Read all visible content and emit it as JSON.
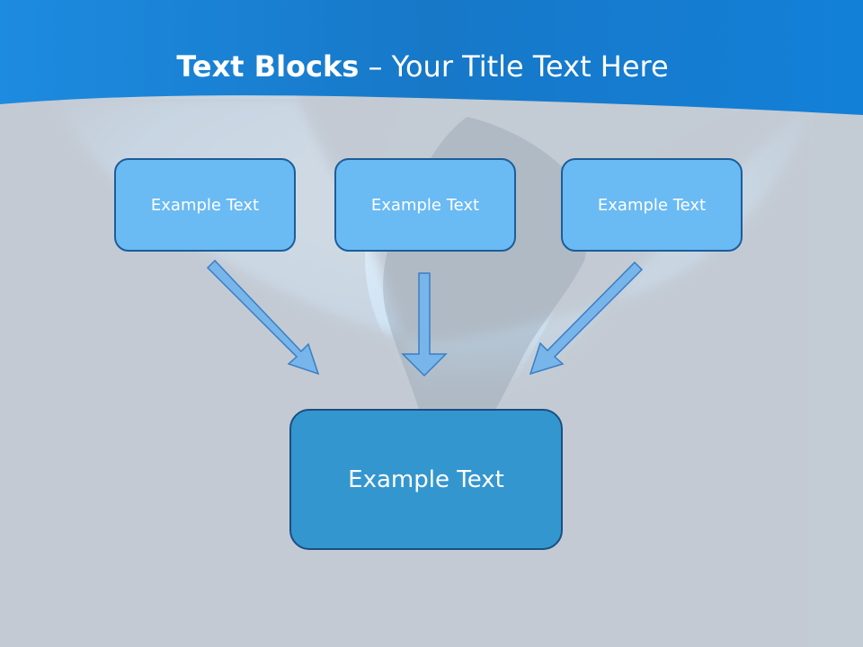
{
  "title": {
    "bold": "Text Blocks",
    "separator": " – ",
    "rest": "Your Title Text Here"
  },
  "blocks": [
    {
      "label": "Example Text"
    },
    {
      "label": "Example Text"
    },
    {
      "label": "Example Text"
    }
  ],
  "target": {
    "label": "Example Text"
  },
  "colors": {
    "background": "#c3cbd4",
    "header": "#1482d6",
    "small_box_fill": "#6abaf4",
    "small_box_border": "#1d5d98",
    "big_box_fill": "#3496cf",
    "big_box_border": "#1b4e82",
    "arrow_fill": "#77b5ea",
    "arrow_stroke": "#3a7ec4"
  }
}
